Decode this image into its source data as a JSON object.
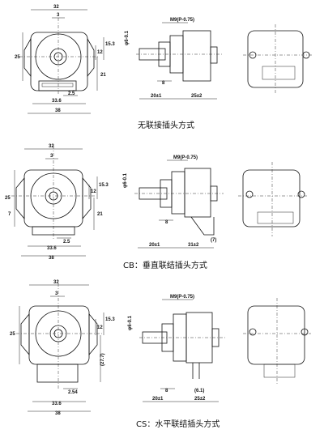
{
  "variants": [
    {
      "caption": "无联接插头方式",
      "front": {
        "width_top": "32",
        "tab": "3",
        "h_left": "25",
        "h_right_a": "12",
        "h_right_b": "15.3",
        "h_right_c": "21",
        "pitch": "2.5",
        "w_mid": "33.6",
        "w_total": "38"
      },
      "side": {
        "thread": "M9(P-0.75)",
        "shaft_dia": "φ6-0.1",
        "flat": "8",
        "len_a": "20±1",
        "len_b": "25±2"
      }
    },
    {
      "caption": "CB：垂直联结插头方式",
      "front": {
        "width_top": "32",
        "tab": "3",
        "h_left": "25",
        "h_left_b": "7",
        "h_right_a": "12",
        "h_right_b": "15.3",
        "h_right_c": "21",
        "pitch": "2.5",
        "w_mid": "33.6",
        "w_total": "38"
      },
      "side": {
        "thread": "M9(P-0.75)",
        "shaft_dia": "φ6-0.1",
        "flat": "8",
        "len_a": "20±1",
        "len_b": "31±2",
        "pin": "(7)"
      }
    },
    {
      "caption": "CS：水平联结插头方式",
      "front": {
        "width_top": "32",
        "tab": "3",
        "h_left": "25",
        "h_right_a": "12",
        "h_right_b": "15.3",
        "h_right_c": "(27.7)",
        "pitch": "2.54",
        "w_mid": "33.6",
        "w_total": "38"
      },
      "side": {
        "thread": "M9(P-0.75)",
        "shaft_dia": "φ6-0.1",
        "flat": "8",
        "len_a": "20±1",
        "len_b": "25±2",
        "pin": "(6.1)"
      }
    }
  ]
}
